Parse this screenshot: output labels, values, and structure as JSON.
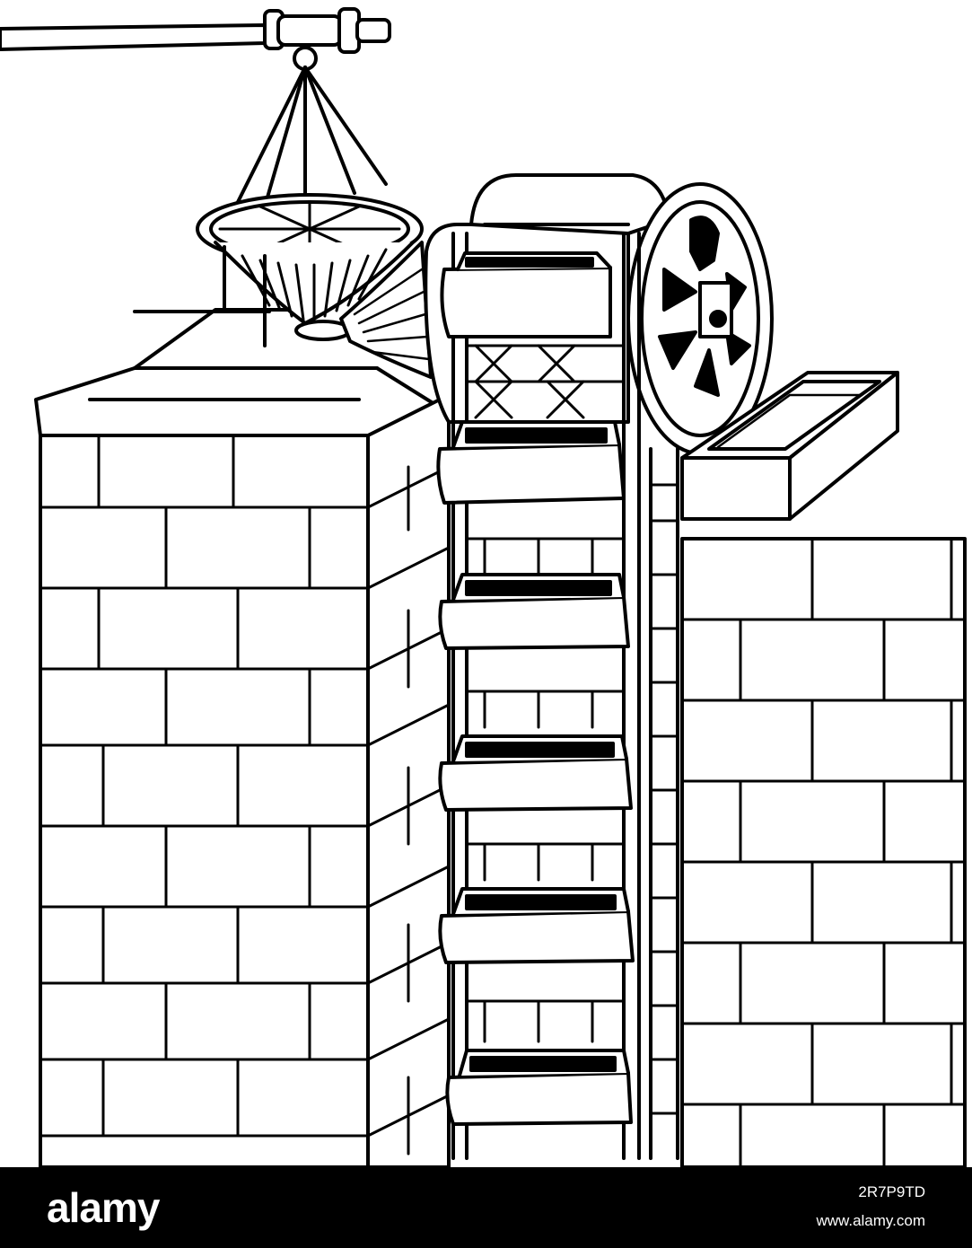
{
  "illustration": {
    "subject": "water-wheel-bucket-elevator-icon",
    "line_color": "#000000",
    "background_color": "#ffffff"
  },
  "footer": {
    "brand_text": "alamy",
    "image_id": "2R7P9TD",
    "site_url": "www.alamy.com",
    "background_color": "#000000",
    "text_color": "#ffffff"
  }
}
